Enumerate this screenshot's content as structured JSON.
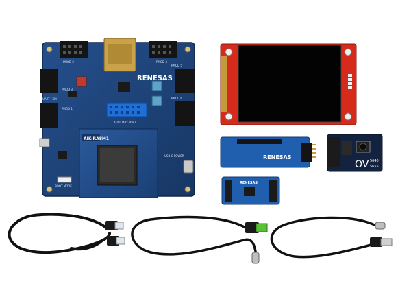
{
  "main_board": {
    "brand": "RENESAS",
    "module_name": "AIK-RA8M1",
    "labels": [
      "PMOD 2",
      "PMOD 4",
      "PMOD 3",
      "PMOD 5",
      "PMOD 6",
      "PMOD 1",
      "UART / SPI",
      "AUXILIARY PORT",
      "USB-C POWER",
      "BOOT MODE"
    ]
  },
  "display_module": {},
  "camera_module": {
    "logo": "OV",
    "model": "5640",
    "sub": "5655"
  },
  "adapter_board": {
    "brand": "RENESAS"
  },
  "small_board": {
    "brand": "RENESAS"
  },
  "colors": {
    "pcb_blue": "#1c3f73",
    "display_red": "#d62a1a",
    "camera_navy": "#13223f",
    "cable": "#111111"
  }
}
